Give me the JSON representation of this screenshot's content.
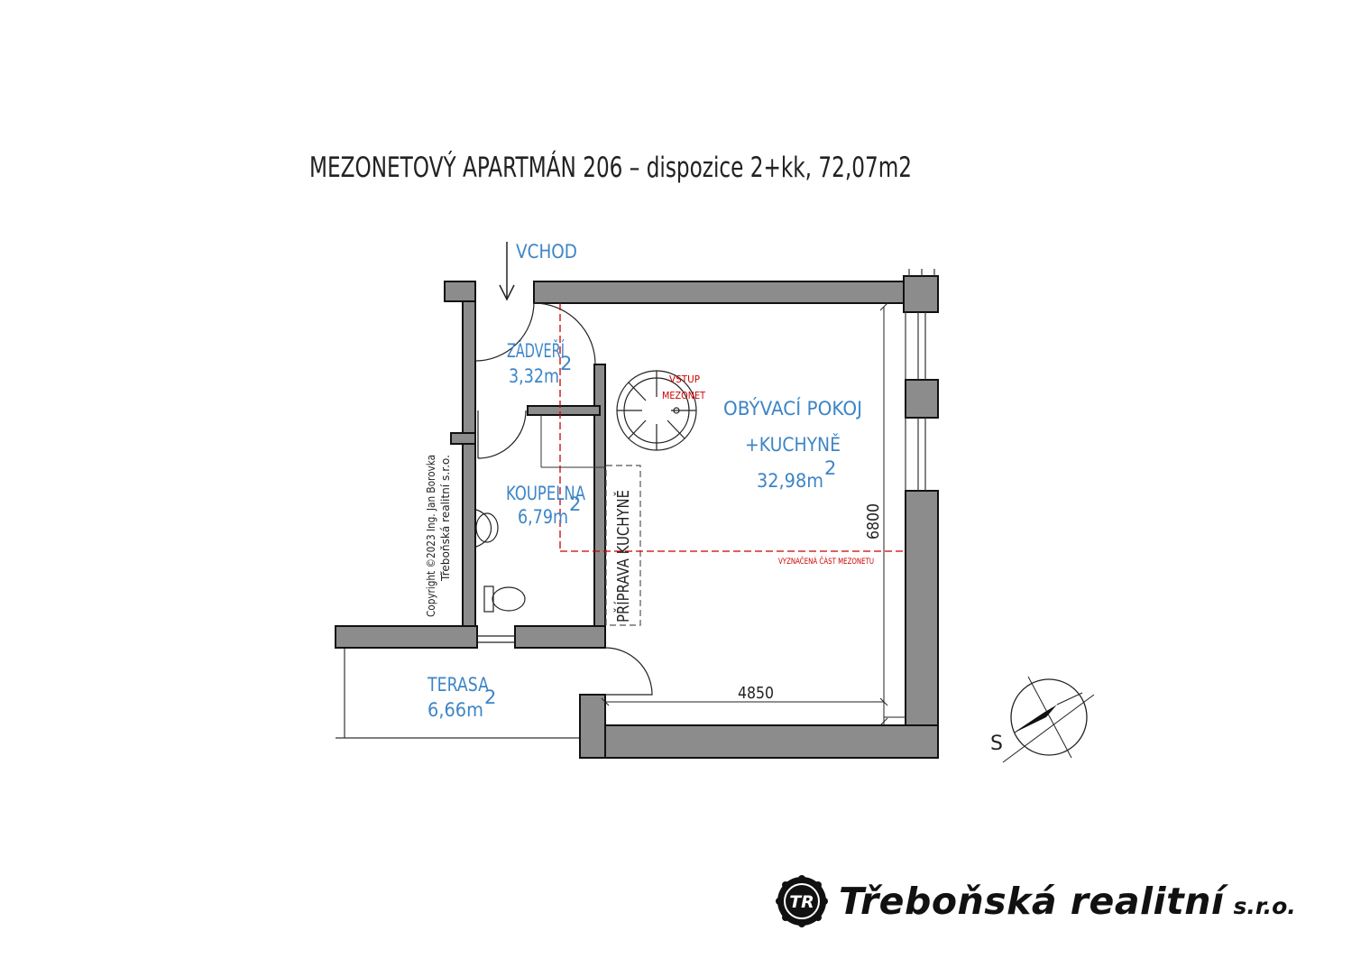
{
  "title": "MEZONETOVÝ APARTMÁN 206 – dispozice 2+kk, 72,07m2",
  "entrance_label": "VCHOD",
  "rooms": {
    "zadveri": {
      "name": "ZÁDVEŘÍ",
      "area": "3,32m",
      "sup": "2"
    },
    "koupelna": {
      "name": "KOUPELNA",
      "area": "6,79m",
      "sup": "2"
    },
    "obyvaci": {
      "name1": "OBÝVACÍ POKOJ",
      "name2": "+KUCHYNĚ",
      "area": "32,98m",
      "sup": "2"
    },
    "terasa": {
      "name": "TERASA",
      "area": "6,66m",
      "sup": "2"
    }
  },
  "kitchen_prep": "PŘÍPRAVA KUCHYNĚ",
  "mezonet_entry": {
    "line1": "VSTUP",
    "line2": "MEZONET"
  },
  "mezonet_marked": "VYZNAČENÁ ČÁST MEZONETU",
  "dimensions": {
    "width": "4850",
    "depth": "6800"
  },
  "compass_label": "S",
  "copyright": {
    "line1": "Copyright ©2023 Ing. Jan Borovka",
    "line2": "Třeboňská realitní s.r.o."
  },
  "brand": {
    "logo_text": "TR",
    "name": "Třeboňská realitní",
    "suffix": "s.r.o."
  },
  "colors": {
    "wall": "#8c8c8c",
    "wall_outline": "#111111",
    "room_text": "#3d85c6",
    "mezonet_line": "#cc0000"
  }
}
